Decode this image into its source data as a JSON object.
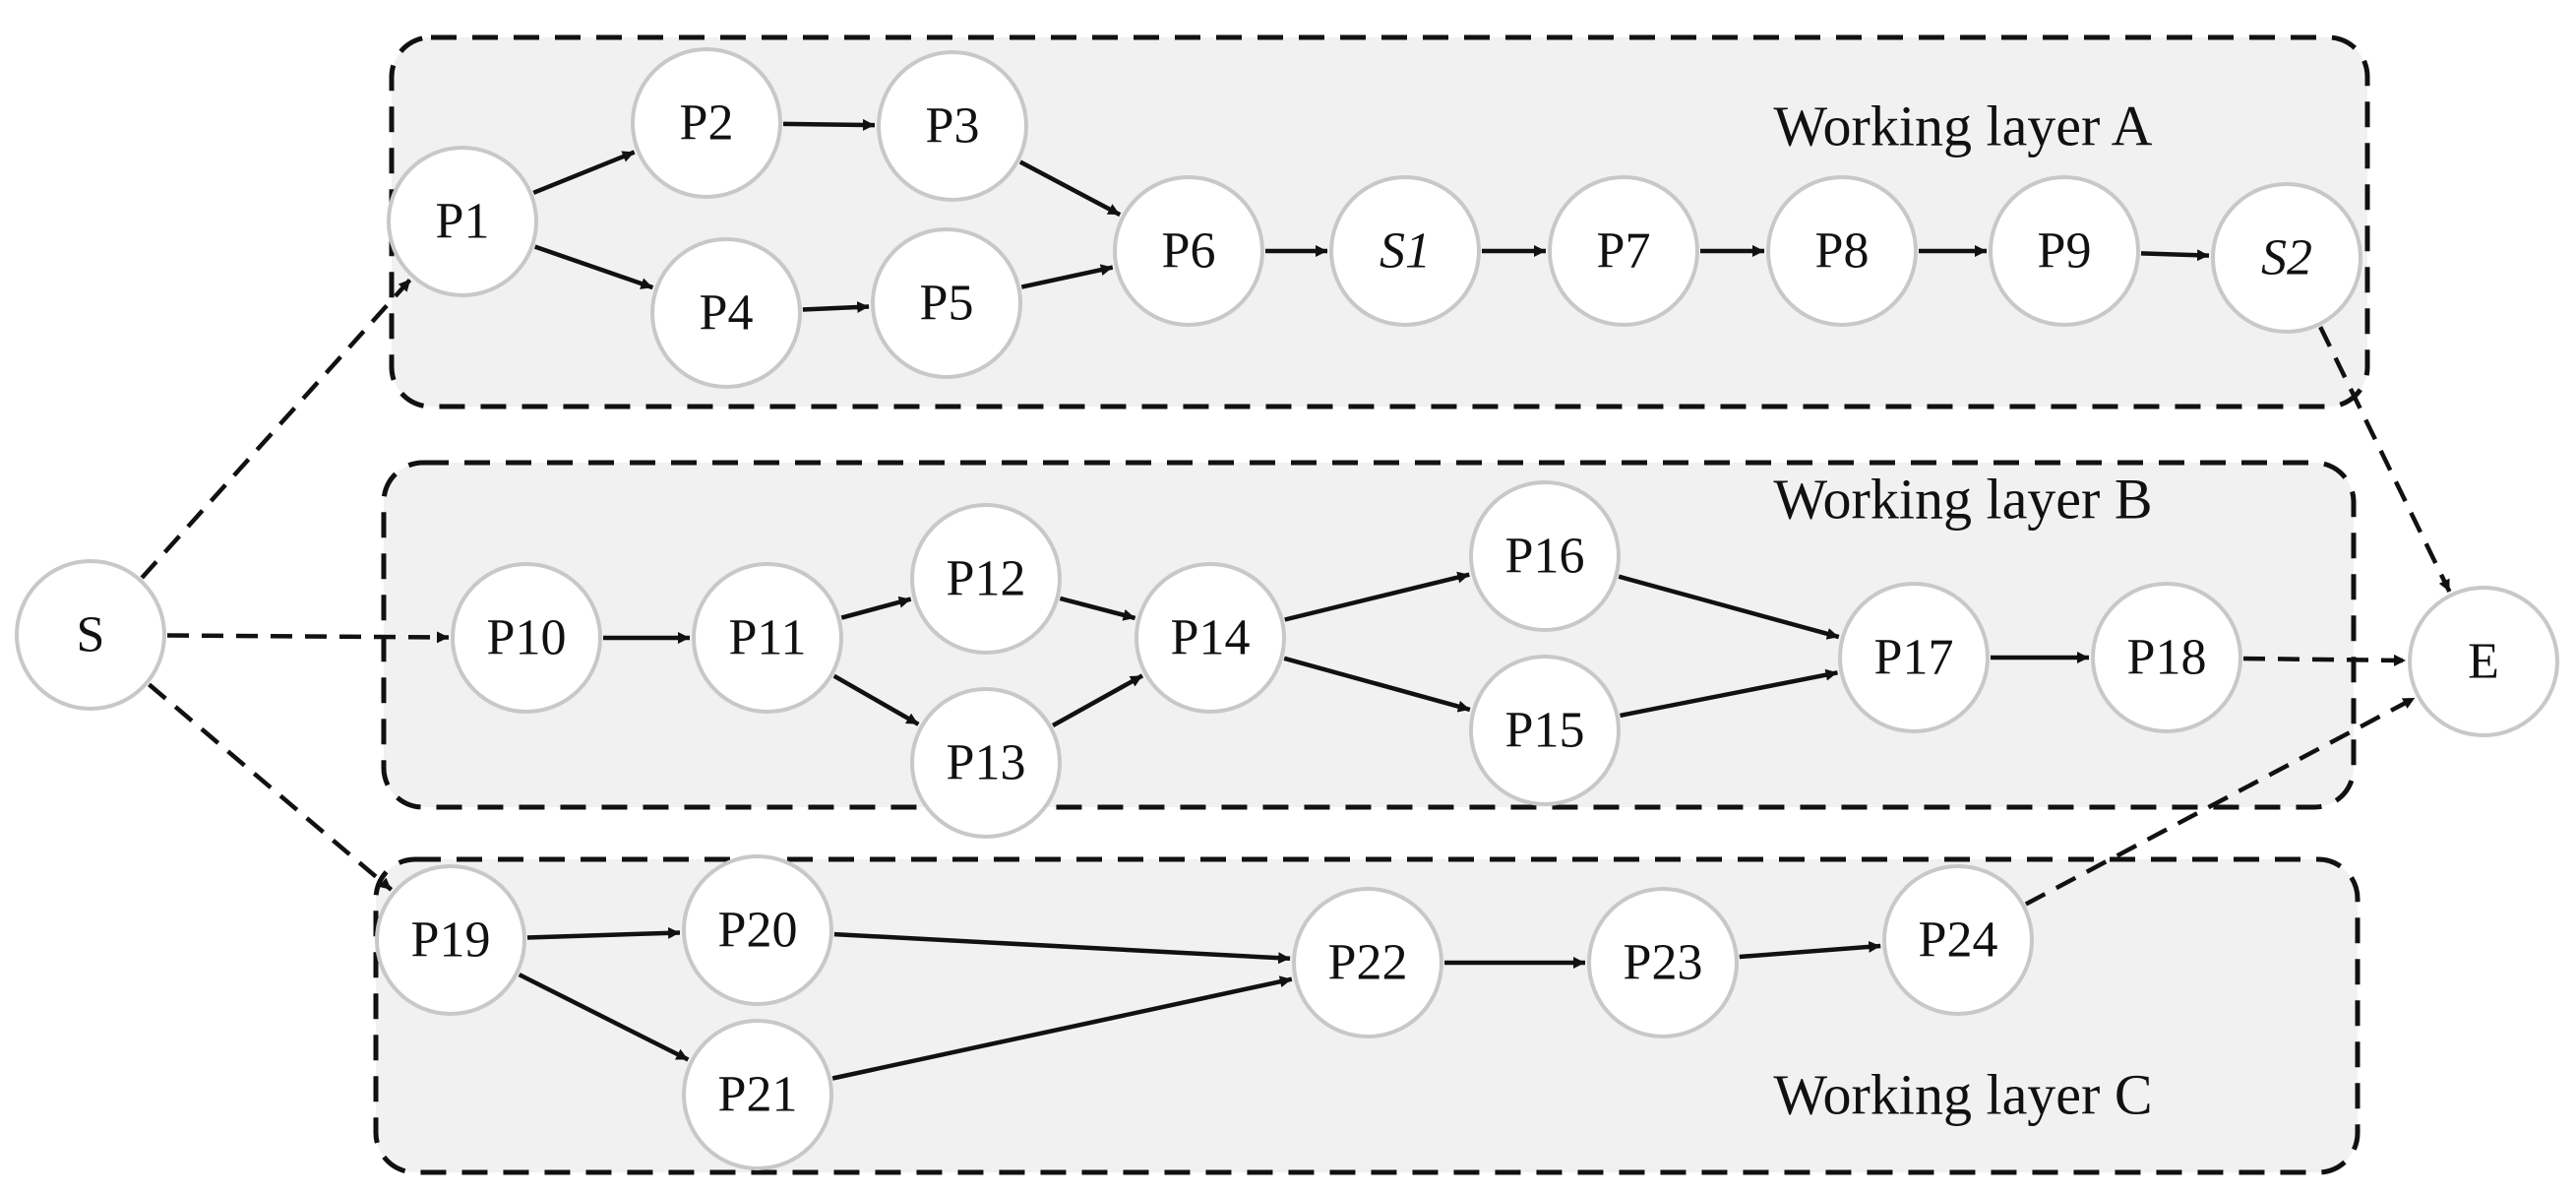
{
  "layers": [
    {
      "id": "A",
      "label": "Working layer A"
    },
    {
      "id": "B",
      "label": "Working layer B"
    },
    {
      "id": "C",
      "label": "Working layer C"
    }
  ],
  "nodes": [
    {
      "id": "S",
      "label": "S"
    },
    {
      "id": "E",
      "label": "E"
    },
    {
      "id": "P1",
      "label": "P1"
    },
    {
      "id": "P2",
      "label": "P2"
    },
    {
      "id": "P3",
      "label": "P3"
    },
    {
      "id": "P4",
      "label": "P4"
    },
    {
      "id": "P5",
      "label": "P5"
    },
    {
      "id": "P6",
      "label": "P6"
    },
    {
      "id": "S1",
      "label": "S1",
      "italic": true
    },
    {
      "id": "P7",
      "label": "P7"
    },
    {
      "id": "P8",
      "label": "P8"
    },
    {
      "id": "P9",
      "label": "P9"
    },
    {
      "id": "S2",
      "label": "S2",
      "italic": true
    },
    {
      "id": "P10",
      "label": "P10"
    },
    {
      "id": "P11",
      "label": "P11"
    },
    {
      "id": "P12",
      "label": "P12"
    },
    {
      "id": "P13",
      "label": "P13"
    },
    {
      "id": "P14",
      "label": "P14"
    },
    {
      "id": "P15",
      "label": "P15"
    },
    {
      "id": "P16",
      "label": "P16"
    },
    {
      "id": "P17",
      "label": "P17"
    },
    {
      "id": "P18",
      "label": "P18"
    },
    {
      "id": "P19",
      "label": "P19"
    },
    {
      "id": "P20",
      "label": "P20"
    },
    {
      "id": "P21",
      "label": "P21"
    },
    {
      "id": "P22",
      "label": "P22"
    },
    {
      "id": "P23",
      "label": "P23"
    },
    {
      "id": "P24",
      "label": "P24"
    }
  ],
  "edges": [
    {
      "from": "S",
      "to": "P1",
      "style": "dashed"
    },
    {
      "from": "S",
      "to": "P10",
      "style": "dashed"
    },
    {
      "from": "S",
      "to": "P19",
      "style": "dashed"
    },
    {
      "from": "P1",
      "to": "P2",
      "style": "solid"
    },
    {
      "from": "P1",
      "to": "P4",
      "style": "solid"
    },
    {
      "from": "P2",
      "to": "P3",
      "style": "solid"
    },
    {
      "from": "P4",
      "to": "P5",
      "style": "solid"
    },
    {
      "from": "P3",
      "to": "P6",
      "style": "solid"
    },
    {
      "from": "P5",
      "to": "P6",
      "style": "solid"
    },
    {
      "from": "P6",
      "to": "S1",
      "style": "solid"
    },
    {
      "from": "S1",
      "to": "P7",
      "style": "solid"
    },
    {
      "from": "P7",
      "to": "P8",
      "style": "solid"
    },
    {
      "from": "P8",
      "to": "P9",
      "style": "solid"
    },
    {
      "from": "P9",
      "to": "S2",
      "style": "solid"
    },
    {
      "from": "S2",
      "to": "E",
      "style": "dashed"
    },
    {
      "from": "P10",
      "to": "P11",
      "style": "solid"
    },
    {
      "from": "P11",
      "to": "P12",
      "style": "solid"
    },
    {
      "from": "P11",
      "to": "P13",
      "style": "solid"
    },
    {
      "from": "P12",
      "to": "P14",
      "style": "solid"
    },
    {
      "from": "P13",
      "to": "P14",
      "style": "solid"
    },
    {
      "from": "P14",
      "to": "P16",
      "style": "solid"
    },
    {
      "from": "P14",
      "to": "P15",
      "style": "solid"
    },
    {
      "from": "P16",
      "to": "P17",
      "style": "solid"
    },
    {
      "from": "P15",
      "to": "P17",
      "style": "solid"
    },
    {
      "from": "P17",
      "to": "P18",
      "style": "solid"
    },
    {
      "from": "P18",
      "to": "E",
      "style": "dashed"
    },
    {
      "from": "P19",
      "to": "P20",
      "style": "solid"
    },
    {
      "from": "P19",
      "to": "P21",
      "style": "solid"
    },
    {
      "from": "P20",
      "to": "P22",
      "style": "solid"
    },
    {
      "from": "P21",
      "to": "P22",
      "style": "solid"
    },
    {
      "from": "P22",
      "to": "P23",
      "style": "solid"
    },
    {
      "from": "P23",
      "to": "P24",
      "style": "solid"
    },
    {
      "from": "P24",
      "to": "E",
      "style": "dashed"
    }
  ]
}
